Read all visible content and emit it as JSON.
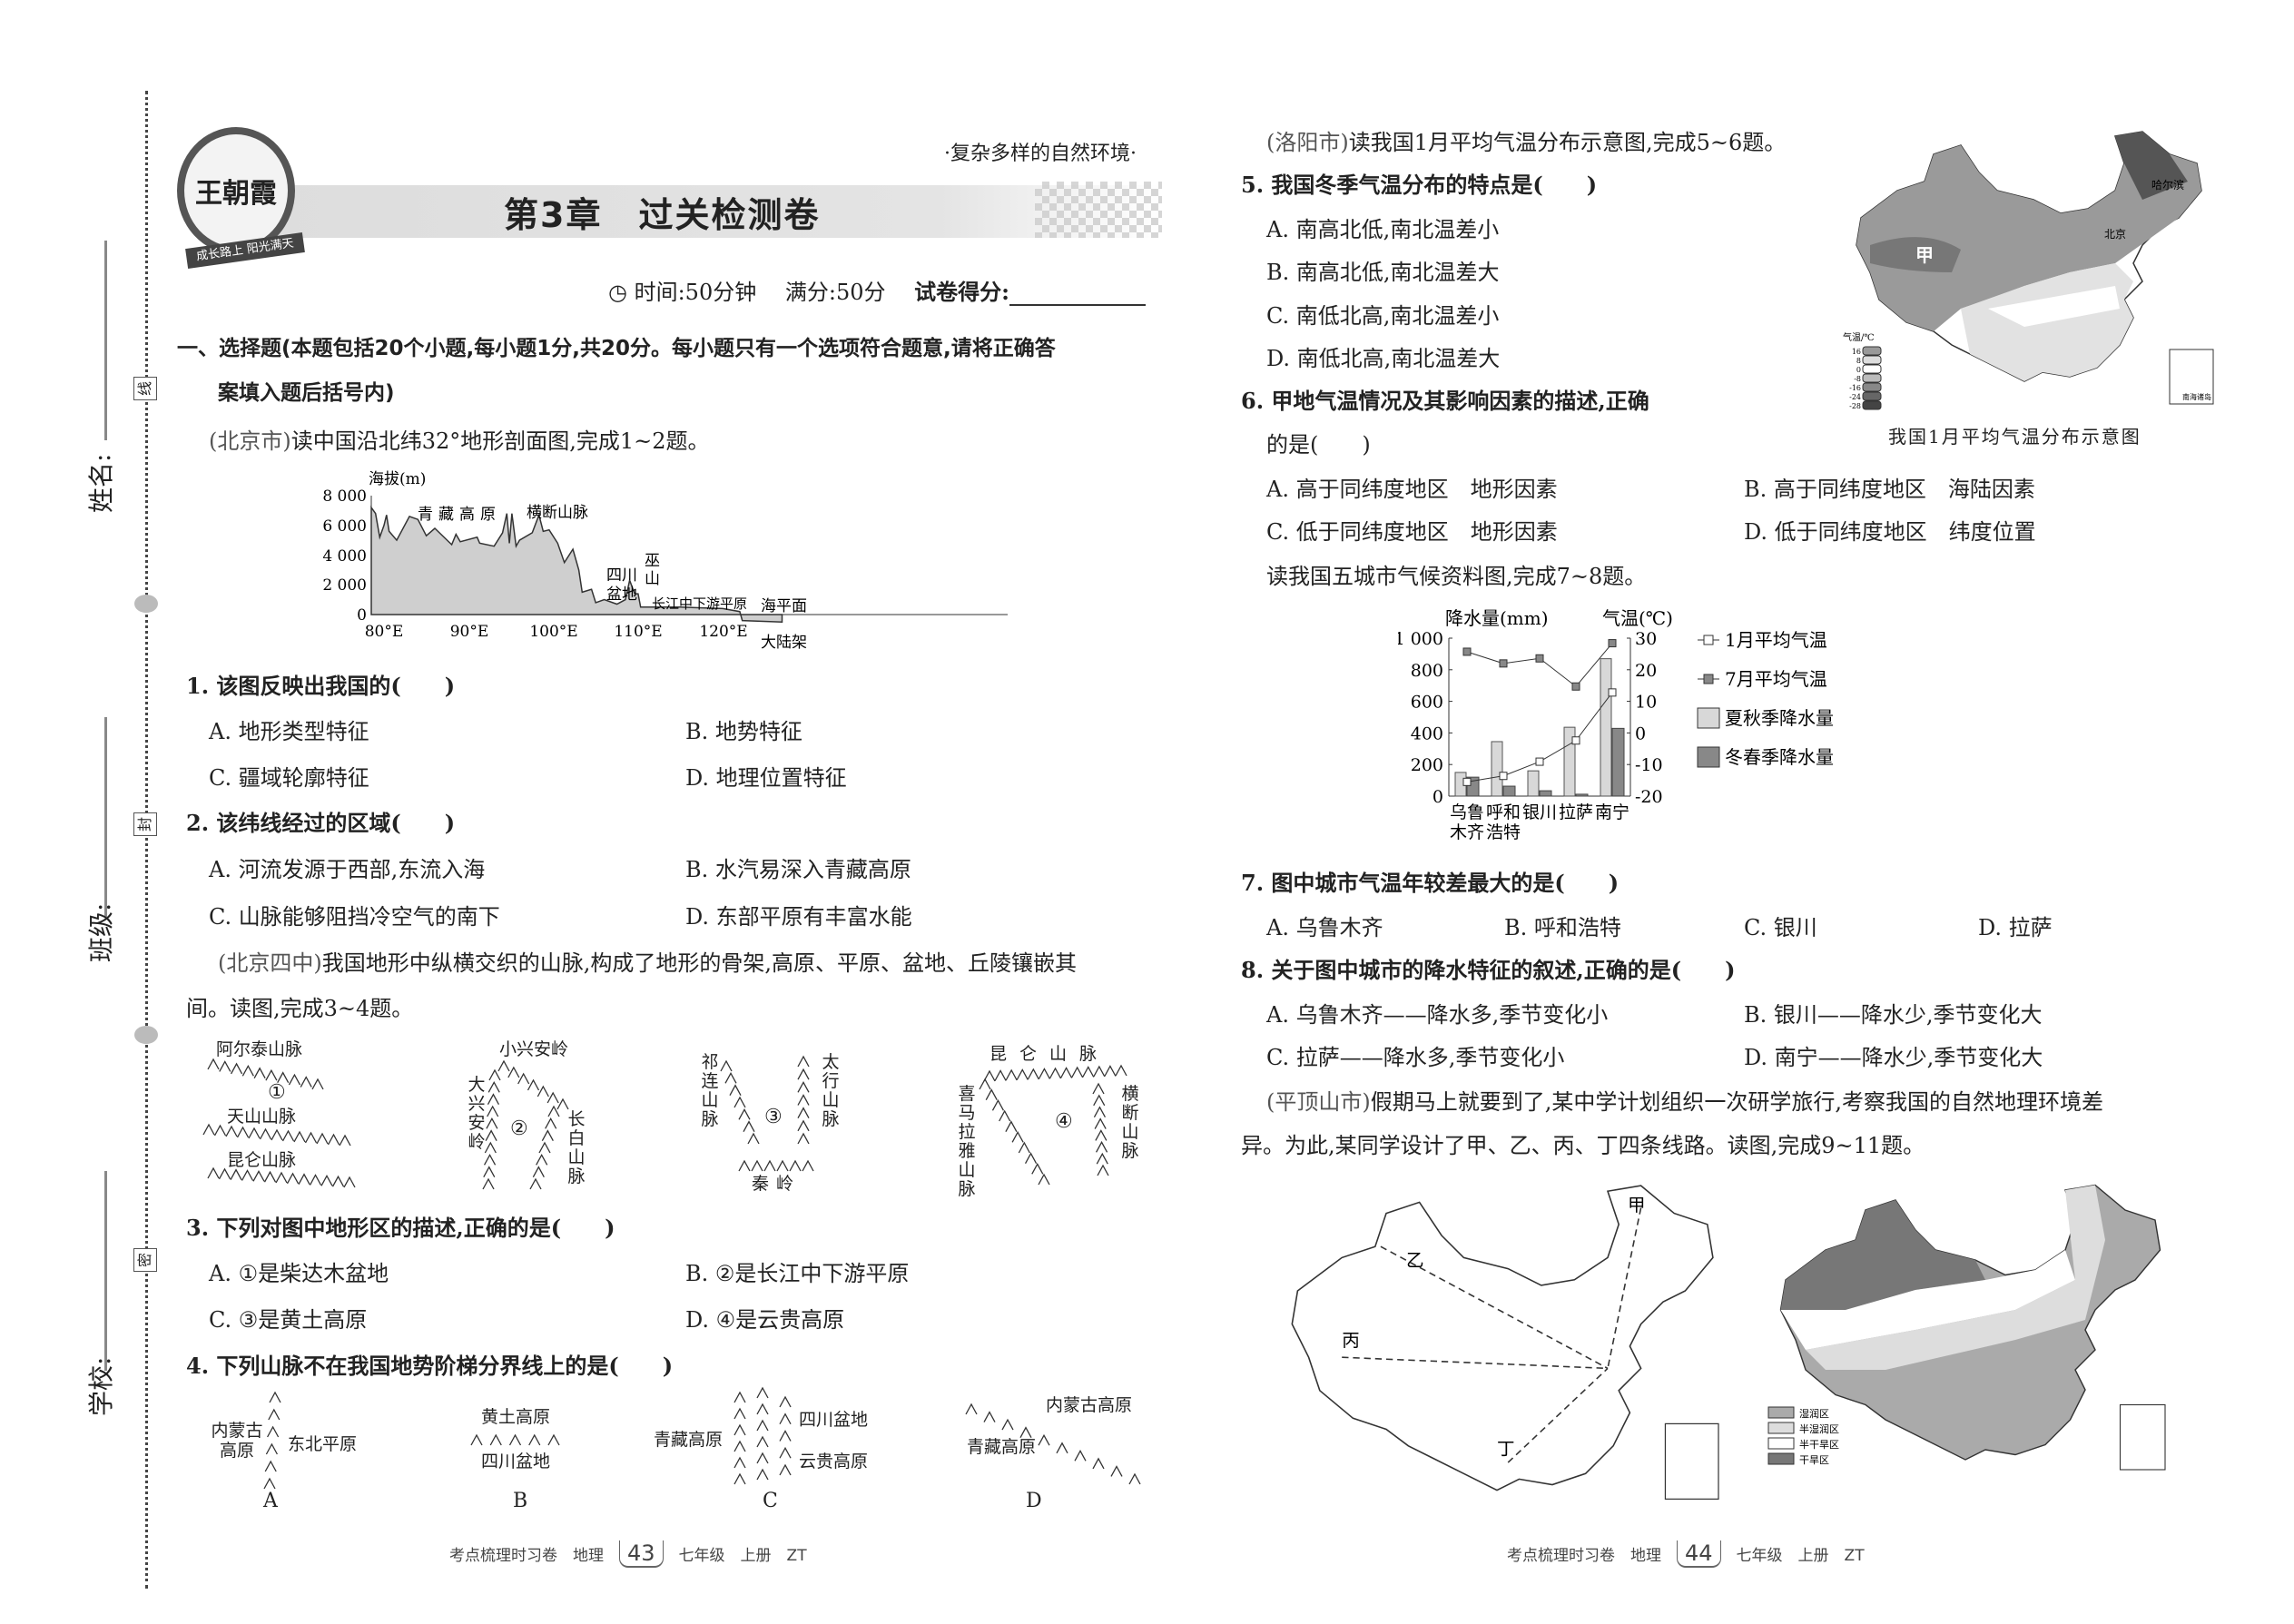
{
  "margin": {
    "name_label": "姓名:",
    "class_label": "班级:",
    "school_label": "学校:",
    "seal": [
      "线",
      "封",
      "密"
    ]
  },
  "header": {
    "logo_text": "王朝霞",
    "logo_slogan": "成长路上 阳光满天",
    "subtitle": "·复杂多样的自然环境·",
    "title": "第3章　过关检测卷",
    "time": "时间:50分钟",
    "full": "满分:50分",
    "score_label": "试卷得分:"
  },
  "section": {
    "line1": "一、选择题(本题包括20个小题,每小题1分,共20分。每小题只有一个选项符合题意,请将正确答",
    "line2": "案填入题后括号内)"
  },
  "intro12": {
    "source": "(北京市)",
    "text": "读中国沿北纬32°地形剖面图,完成1~2题。"
  },
  "profile": {
    "ylabel": "海拔(m)",
    "yticks": [
      "8 000",
      "6 000",
      "4 000",
      "2 000",
      "0"
    ],
    "xticks": [
      "80°E",
      "90°E",
      "100°E",
      "110°E",
      "120°E"
    ],
    "labels": {
      "plateau": "青藏高原",
      "hengduan": "横断山脉",
      "sichuan1": "四川",
      "sichuan2": "盆地",
      "wu1": "巫",
      "wu2": "山",
      "plain": "长江中下游平原",
      "sea": "海平面",
      "shelf": "大陆架"
    }
  },
  "q1": {
    "stem": "1. 该图反映出我国的(　　)",
    "options": [
      "A. 地形类型特征",
      "B. 地势特征",
      "C. 疆域轮廓特征",
      "D. 地理位置特征"
    ]
  },
  "q2": {
    "stem": "2. 该纬线经过的区域(　　)",
    "options": [
      "A. 河流发源于西部,东流入海",
      "B. 水汽易深入青藏高原",
      "C. 山脉能够阻挡冷空气的南下",
      "D. 东部平原有丰富水能"
    ]
  },
  "intro34": {
    "source": "(北京四中)",
    "text": "我国地形中纵横交织的山脉,构成了地形的骨架,高原、平原、盆地、丘陵镶嵌其",
    "text2": "间。读图,完成3~4题。"
  },
  "fig34": {
    "d1": {
      "num": "①",
      "labels": [
        "阿尔泰山脉",
        "天山山脉",
        "昆仑山脉"
      ]
    },
    "d2": {
      "num": "②",
      "labels": [
        "小兴安岭",
        "大兴安岭",
        "长白山脉"
      ]
    },
    "d3": {
      "num": "③",
      "labels": [
        "祁连山脉",
        "太行山脉",
        "秦岭"
      ]
    },
    "d4": {
      "num": "④",
      "labels": [
        "昆仑山脉",
        "喜马拉雅山脉",
        "横断山脉"
      ]
    }
  },
  "q3": {
    "stem": "3. 下列对图中地形区的描述,正确的是(　　)",
    "options": [
      "A. ①是柴达木盆地",
      "B. ②是长江中下游平原",
      "C. ③是黄土高原",
      "D. ④是云贵高原"
    ]
  },
  "q4": {
    "stem": "4. 下列山脉不在我国地势阶梯分界线上的是(　　)",
    "figs": {
      "A": {
        "letter": "A",
        "labels": [
          "内蒙古高原",
          "东北平原"
        ]
      },
      "B": {
        "letter": "B",
        "labels": [
          "黄土高原",
          "四川盆地"
        ]
      },
      "C": {
        "letter": "C",
        "labels": [
          "青藏高原",
          "四川盆地",
          "云贵高原"
        ]
      },
      "D": {
        "letter": "D",
        "labels": [
          "内蒙古高原",
          "青藏高原"
        ]
      }
    }
  },
  "footer_left": {
    "book": "考点梳理时习卷　地理",
    "page": "43",
    "grade": "七年级　上册　ZT"
  },
  "intro56": {
    "source": "(洛阳市)",
    "text": "读我国1月平均气温分布示意图,完成5~6题。"
  },
  "q5": {
    "stem": "5. 我国冬季气温分布的特点是(　　)",
    "options": [
      "A. 南高北低,南北温差小",
      "B. 南高北低,南北温差大",
      "C. 南低北高,南北温差小",
      "D. 南低北高,南北温差大"
    ]
  },
  "q6": {
    "stem": "6. 甲地气温情况及其影响因素的描述,正确",
    "stem2": "的是(　　)",
    "options": [
      "A. 高于同纬度地区　地形因素",
      "B. 高于同纬度地区　海陆因素",
      "C. 低于同纬度地区　地形因素",
      "D. 低于同纬度地区　纬度位置"
    ]
  },
  "tempmap": {
    "caption": "我国1月平均气温分布示意图",
    "legend_title": "气温/℃",
    "legend": [
      "16",
      "8",
      "0",
      "-8",
      "-16",
      "-24",
      "-28"
    ],
    "labels": {
      "jia": "甲",
      "harbin": "哈尔滨",
      "beijing": "北京",
      "nanhai": "南海诸岛"
    }
  },
  "intro78": {
    "text": "读我国五城市气候资料图,完成7~8题。"
  },
  "chart_data": {
    "type": "bar",
    "categories": [
      "乌鲁木齐",
      "呼和浩特",
      "银川",
      "拉萨",
      "南宁"
    ],
    "category_lines": [
      [
        "乌鲁",
        "木齐"
      ],
      [
        "呼和",
        "浩特"
      ],
      [
        "银川",
        ""
      ],
      [
        "拉萨",
        ""
      ],
      [
        "南宁",
        ""
      ]
    ],
    "ylabel_left": "降水量(mm)",
    "ylabel_right": "气温(℃)",
    "ylim_left": [
      0,
      1000
    ],
    "ylim_right": [
      -20,
      30
    ],
    "yticks_left": [
      "1 000",
      "800",
      "600",
      "400",
      "200",
      "0"
    ],
    "yticks_right": [
      "30",
      "20",
      "10",
      "0",
      "-10",
      "-20"
    ],
    "series": [
      {
        "name": "夏秋季降水量",
        "type": "bar",
        "axis": "left",
        "color": "#d8d8d8",
        "values": [
          150,
          345,
          160,
          436,
          870
        ]
      },
      {
        "name": "冬春季降水量",
        "type": "bar",
        "axis": "left",
        "color": "#888888",
        "values": [
          120,
          63,
          34,
          12,
          429
        ]
      },
      {
        "name": "1月平均气温",
        "type": "line",
        "axis": "right",
        "marker": "#ffffff",
        "values": [
          -15.5,
          -13.6,
          -9.1,
          -2.4,
          12.8
        ]
      },
      {
        "name": "7月平均气温",
        "type": "line",
        "axis": "right",
        "marker": "#888888",
        "values": [
          25.7,
          22,
          23.6,
          14.7,
          28.4
        ]
      }
    ],
    "legend_position": "right"
  },
  "q7": {
    "stem": "7. 图中城市气温年较差最大的是(　　)",
    "options": [
      "A. 乌鲁木齐",
      "B. 呼和浩特",
      "C. 银川",
      "D. 拉萨"
    ]
  },
  "q8": {
    "stem": "8. 关于图中城市的降水特征的叙述,正确的是(　　)",
    "options": [
      "A. 乌鲁木齐——降水多,季节变化小",
      "B. 银川——降水少,季节变化大",
      "C. 拉萨——降水多,季节变化小",
      "D. 南宁——降水少,季节变化大"
    ]
  },
  "intro911": {
    "source": "(平顶山市)",
    "text": "假期马上就要到了,某中学计划组织一次研学旅行,考察我国的自然地理环境差",
    "text2": "异。为此,某同学设计了甲、乙、丙、丁四条线路。读图,完成9~11题。"
  },
  "routemap": {
    "labels": [
      "甲",
      "乙",
      "丙",
      "丁"
    ]
  },
  "drymap": {
    "legend": [
      "湿润区",
      "半湿润区",
      "半干旱区",
      "干旱区"
    ],
    "colors": [
      "#aaaaaa",
      "#dddddd",
      "#ffffff",
      "#777777"
    ]
  },
  "footer_right": {
    "book": "考点梳理时习卷　地理",
    "page": "44",
    "grade": "七年级　上册　ZT"
  }
}
